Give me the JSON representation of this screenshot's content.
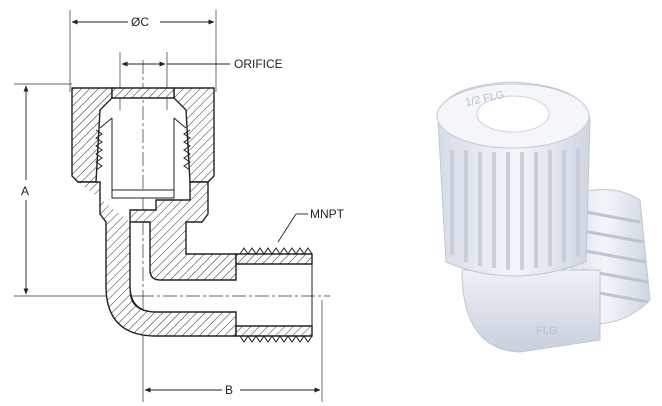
{
  "drawing": {
    "dim_c_label": "ØC",
    "orifice_label": "ORIFICE",
    "mnpt_label": "MNPT",
    "dim_a_label": "A",
    "dim_b_label": "B"
  },
  "photo": {
    "lettering_top": "1/2 FLG",
    "lettering_side": "FLG"
  },
  "colors": {
    "line": "#222222",
    "part_translucent": "#e9edf3",
    "part_shadow": "#c7ceda"
  }
}
